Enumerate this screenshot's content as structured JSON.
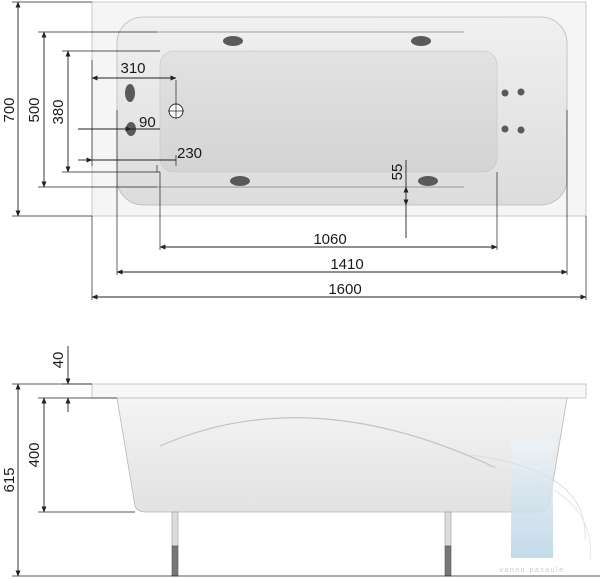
{
  "top_view": {
    "dimensions": {
      "length_total": "1600",
      "length_inner": "1410",
      "length_bottom": "1060",
      "width_total": "700",
      "width_inner": "500",
      "width_bottom": "380",
      "drain_from_end": "310",
      "drain_to_center": "90",
      "nozzle_offset": "230",
      "edge_gap": "55"
    }
  },
  "side_view": {
    "dimensions": {
      "rim_height": "40",
      "depth": "400",
      "total_height": "615"
    }
  },
  "watermark": {
    "text": "vannu pasaule"
  }
}
